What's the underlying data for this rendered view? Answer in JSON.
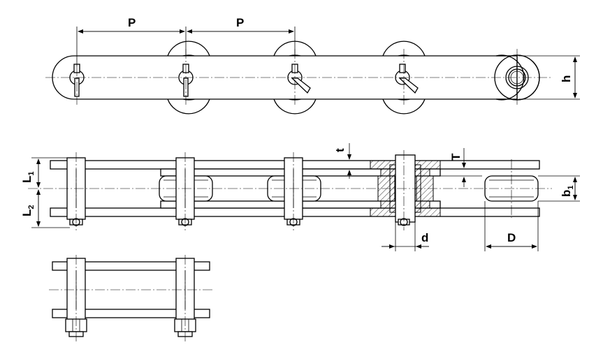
{
  "labels": {
    "pitch_1": "P",
    "pitch_2": "P",
    "height": "h",
    "plate_thickness": "t",
    "bushing_thickness": "T",
    "l1_main": "L",
    "l1_sub": "1",
    "l2_main": "L",
    "l2_sub": "2",
    "b1_main": "b",
    "b1_sub": "1",
    "pin_diameter": "d",
    "roller_diameter": "D"
  },
  "colors": {
    "line": "#000000",
    "background": "#ffffff"
  }
}
